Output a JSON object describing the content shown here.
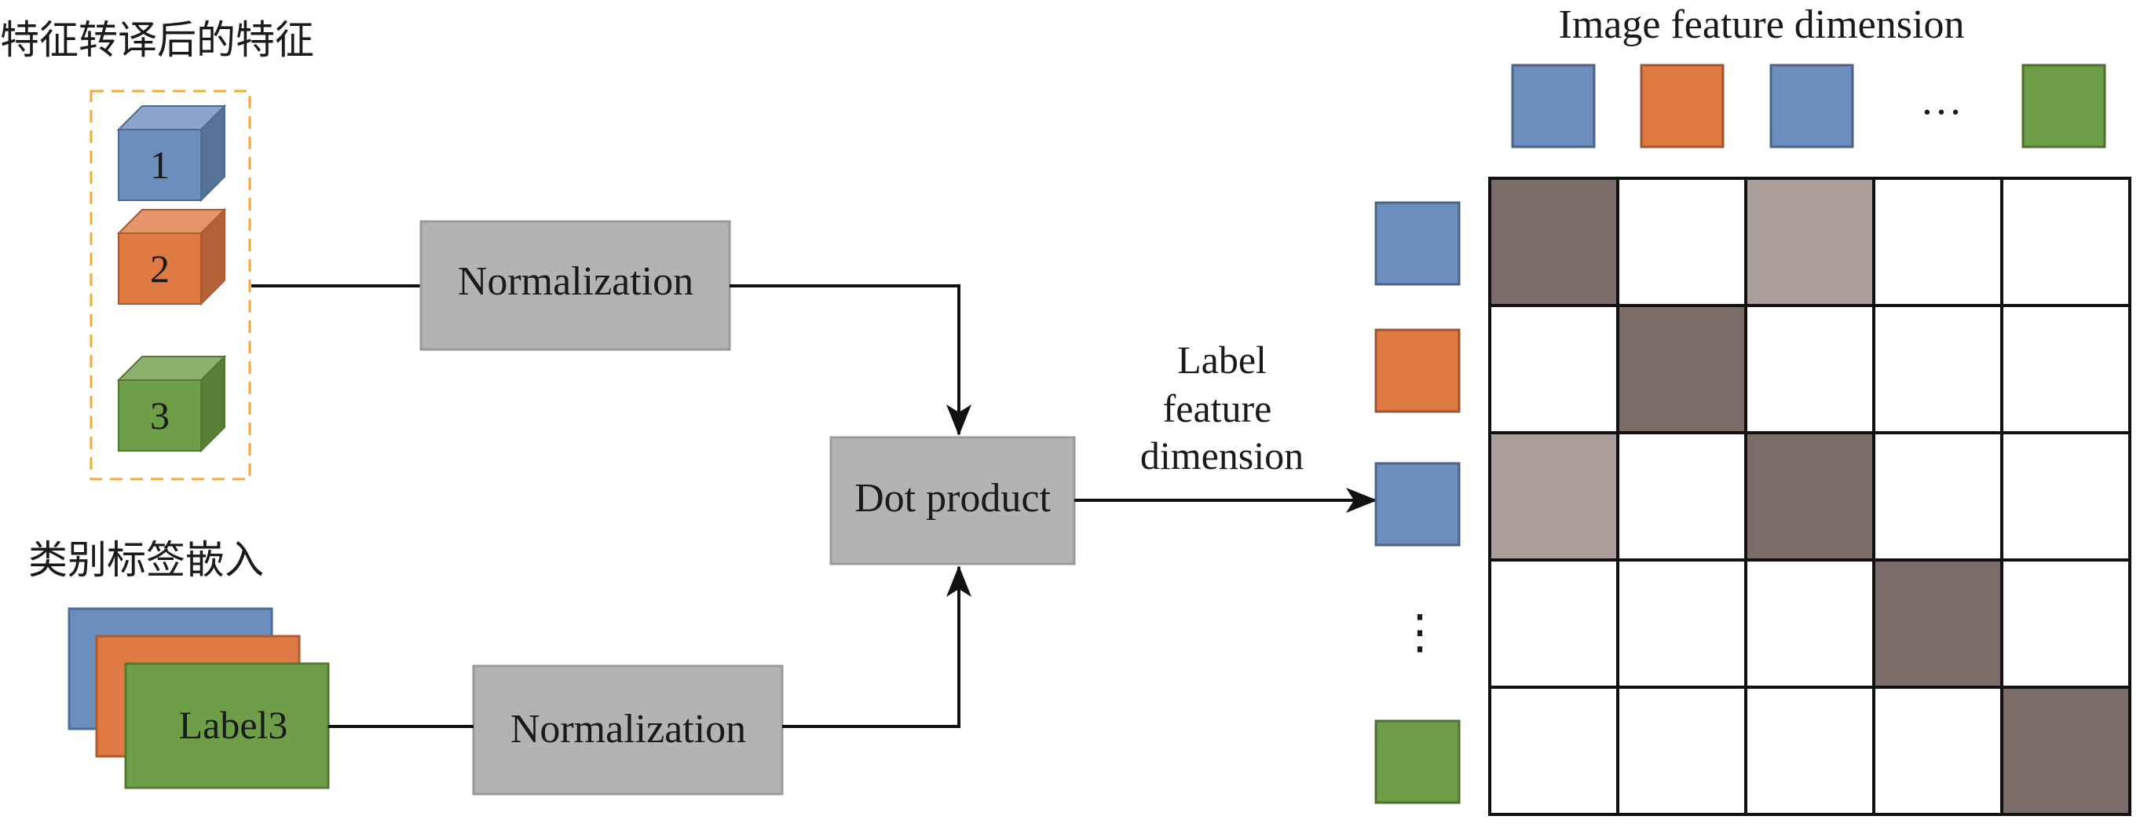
{
  "left_panel": {
    "feature_title": "特征转译后的特征",
    "cubes": [
      {
        "label": "1",
        "color": "#6c8ebf"
      },
      {
        "label": "2",
        "color": "#e07a45"
      },
      {
        "label": "3",
        "color": "#6f9e48"
      }
    ],
    "embedding_title": "类别标签嵌入",
    "label_card": "Label3"
  },
  "flow": {
    "normalization_top": "Normalization",
    "normalization_bottom": "Normalization",
    "dot_product": "Dot product",
    "arrow_label_lines": [
      "Label",
      "feature",
      "dimension"
    ]
  },
  "matrix": {
    "title": "Image feature dimension",
    "column_header_colors": [
      "#6c8ebf",
      "#e07a45",
      "#6c8ebf",
      "",
      "#6f9e48"
    ],
    "column_ellipsis": "…",
    "row_header_colors": [
      "#6c8ebf",
      "#e07a45",
      "#6c8ebf",
      "",
      "#6f9e48"
    ],
    "row_ellipsis": "⋮",
    "cells": [
      [
        "dark",
        "white",
        "light",
        "white",
        "white"
      ],
      [
        "white",
        "dark",
        "white",
        "white",
        "white"
      ],
      [
        "light",
        "white",
        "dark",
        "white",
        "white"
      ],
      [
        "white",
        "white",
        "white",
        "dark",
        "white"
      ],
      [
        "white",
        "white",
        "white",
        "white",
        "dark"
      ]
    ],
    "cell_colors": {
      "dark": "#7b6c69",
      "light": "#ab9e9b",
      "white": "#ffffff"
    }
  },
  "colors": {
    "box_fill": "#b3b3b3",
    "box_stroke": "#9a9a9a",
    "dashed_border": "#f5a93a",
    "line": "#111111"
  }
}
